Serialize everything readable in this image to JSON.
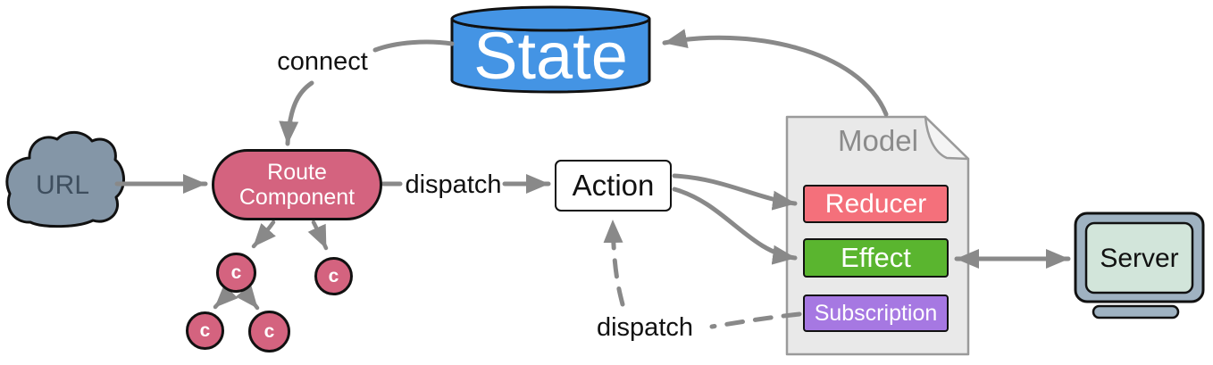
{
  "diagram": {
    "labels": {
      "connect": "connect",
      "dispatch_route": "dispatch",
      "dispatch_subscription": "dispatch"
    },
    "nodes": {
      "url": {
        "label": "URL"
      },
      "route_component": {
        "line1": "Route",
        "line2": "Component"
      },
      "component": {
        "label": "c"
      },
      "state": {
        "label": "State"
      },
      "action": {
        "label": "Action"
      },
      "model": {
        "label": "Model"
      },
      "reducer": {
        "label": "Reducer"
      },
      "effect": {
        "label": "Effect"
      },
      "subscription": {
        "label": "Subscription"
      },
      "server": {
        "label": "Server"
      }
    },
    "colors": {
      "state_fill": "#4494e4",
      "cloud_fill": "#8496a7",
      "component_fill": "#d4637f",
      "reducer_fill": "#f4707b",
      "effect_fill": "#5ab52f",
      "subscription_fill": "#a678e2",
      "model_fill": "#e9e9e9",
      "model_fold_fill": "#f4f4f4",
      "model_stroke": "#9a9a9a",
      "server_frame_fill": "#9fb2c1",
      "server_screen_fill": "#d2e5da",
      "arrow": "#898989",
      "outline": "#111111"
    }
  }
}
